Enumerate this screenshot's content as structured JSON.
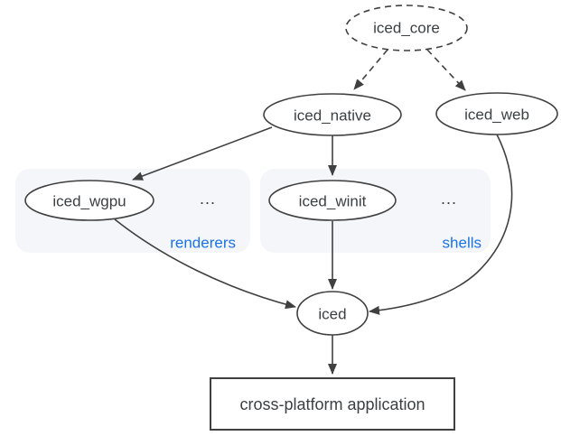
{
  "diagram": {
    "nodes": {
      "iced_core": {
        "label": "iced_core"
      },
      "iced_native": {
        "label": "iced_native"
      },
      "iced_web": {
        "label": "iced_web"
      },
      "iced_wgpu": {
        "label": "iced_wgpu"
      },
      "iced_winit": {
        "label": "iced_winit"
      },
      "iced": {
        "label": "iced"
      }
    },
    "groups": {
      "renderers": {
        "label": "renderers",
        "ellipsis": "..."
      },
      "shells": {
        "label": "shells",
        "ellipsis": "..."
      }
    },
    "app_box": {
      "label": "cross-platform application"
    },
    "edges": [
      {
        "from": "iced_core",
        "to": "iced_native",
        "style": "dashed"
      },
      {
        "from": "iced_core",
        "to": "iced_web",
        "style": "dashed"
      },
      {
        "from": "iced_native",
        "to": "iced_wgpu",
        "style": "solid"
      },
      {
        "from": "iced_native",
        "to": "iced_winit",
        "style": "solid"
      },
      {
        "from": "iced_wgpu",
        "to": "iced",
        "style": "solid"
      },
      {
        "from": "iced_winit",
        "to": "iced",
        "style": "solid"
      },
      {
        "from": "iced_web",
        "to": "iced",
        "style": "solid"
      },
      {
        "from": "iced",
        "to": "cross-platform application",
        "style": "solid"
      }
    ],
    "colors": {
      "node_stroke": "#404040",
      "text": "#3c4043",
      "group_background": "#f4f6f9",
      "group_label_blue": "#1a73e8",
      "background": "#ffffff"
    }
  }
}
